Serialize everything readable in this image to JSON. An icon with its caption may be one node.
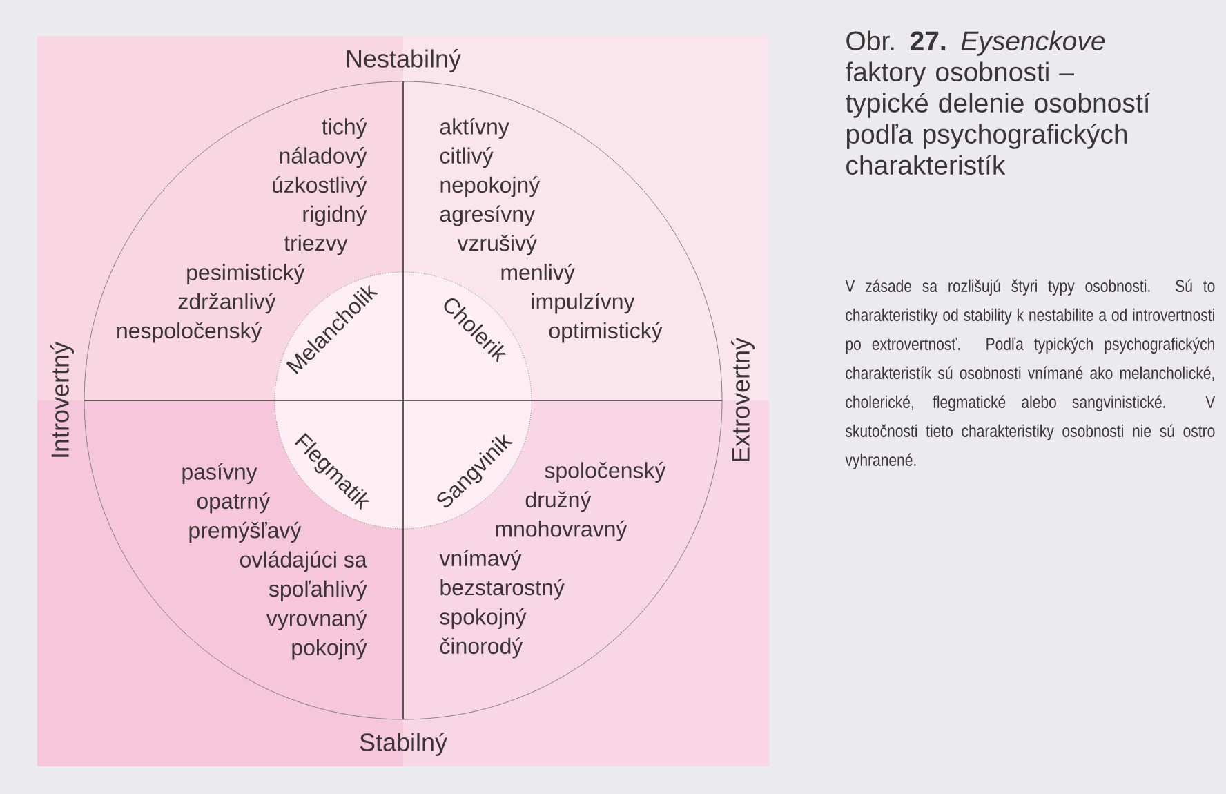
{
  "diagram": {
    "caption": "Obr. **27.** *Eysenckove* faktory osobnosti – typické delenie osobností podľa psychografických charakteristík",
    "nodes": [
      {
        "text": [
          "Melancholik",
          "tichý",
          "náladový",
          "úzkostlivý",
          "rigidný",
          "triezvy",
          "pesimistický",
          "zdržanlivý",
          "nespoločenský"
        ]
      },
      {
        "text": [
          "Cholerik",
          "aktívny",
          "citlivý",
          "nepokojný",
          "agresívny",
          "vzrušivý",
          "menlivý",
          "impulzívny",
          "optimistický"
        ]
      },
      {
        "text": [
          "Flegmatik",
          "pasívny",
          "opatrný",
          "premýšľavý",
          "ovládajúci sa",
          "spoľahlivý",
          "vyrovnaný",
          "pokojný"
        ]
      },
      {
        "text": [
          "Sangvinik",
          "spoločenský",
          "družný",
          "mnohovravný",
          "vnímavý",
          "bezstarostný",
          "spokojný",
          "činorodý"
        ]
      }
    ],
    "labels": [
      "Nestabilný",
      "Introvertný",
      "Extrovertný",
      "Stabilný",
      "V zásade sa rozlišujú štyri typy osobnosti. Sú to charakteristiky od stability k nestabilite a od introvertnosti po extrovertnosť. Podľa typických psychografických charakteristík sú osobnosti vnímané ako melancholické, cholerické, flegmatické alebo sangvinistické. V skutočnosti tieto charakteristiky osobnosti nie sú ostro vyhranené."
    ]
  }
}
